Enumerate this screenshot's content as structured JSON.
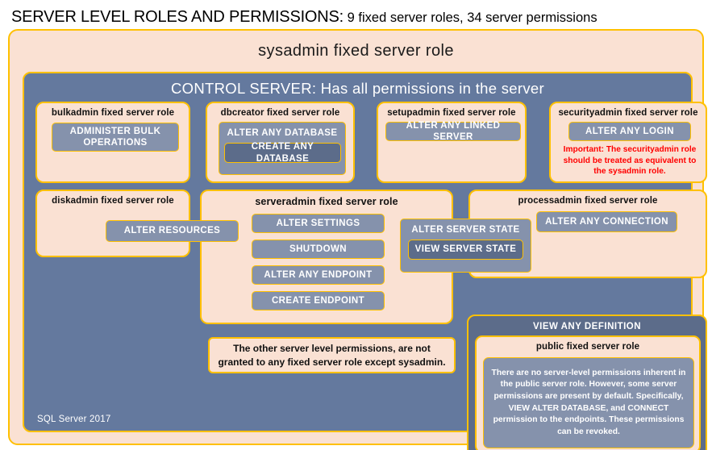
{
  "title": {
    "main": "SERVER LEVEL ROLES AND PERMISSIONS:",
    "sub": " 9 fixed server roles, 34 server permissions"
  },
  "sysadmin": {
    "label": "sysadmin fixed server role"
  },
  "control_server": {
    "label": "CONTROL SERVER: Has all permissions in the server",
    "footer": "SQL Server 2017"
  },
  "roles": {
    "bulkadmin": {
      "title": "bulkadmin fixed server role",
      "permission": "ADMINISTER  BULK OPERATIONS"
    },
    "dbcreator": {
      "title": "dbcreator fixed server role",
      "permission_outer": "ALTER ANY DATABASE",
      "permission_inner": "CREATE  ANY DATABASE"
    },
    "setupadmin": {
      "title": "setupadmin fixed server role",
      "permission": "ALTER ANY LINKED SERVER"
    },
    "securityadmin": {
      "title": "securityadmin fixed server role",
      "permission": "ALTER ANY LOGIN",
      "note": "Important: The securityadmin role should  be treated as equivalent to the sysadmin role."
    },
    "diskadmin": {
      "title": "diskadmin fixed server role",
      "permission": "ALTER RESOURCES"
    },
    "serveradmin": {
      "title": "serveradmin fixed server role",
      "permissions": [
        "ALTER SETTINGS",
        "SHUTDOWN",
        "ALTER ANY ENDPOINT",
        "CREATE  ENDPOINT"
      ],
      "permission_server_state": "ALTER SERVER STATE",
      "permission_view_server_state": "VIEW SERVER STATE"
    },
    "processadmin": {
      "title": "processadmin fixed server role",
      "permission": "ALTER ANY CONNECTION"
    },
    "public": {
      "view_any_definition": "VIEW ANY DEFINITION",
      "title": "public fixed server role",
      "description": "There are no server-level permissions inherent in the public server role. However, some server permissions are present by default. Specifically, VIEW ALTER DATABASE, and CONNECT permission to the endpoints. These permissions can be revoked."
    }
  },
  "notes": {
    "other_permissions": "The other server level permissions, are not granted to any fixed server role except sysadmin."
  },
  "colors": {
    "peach_fill": "#FAE1D3",
    "gold_border": "#FFC000",
    "blue_panel": "#64799E",
    "chip_fill": "#8592AC",
    "chip_dark": "#5C6C8A",
    "alert_red": "#FF0000"
  }
}
